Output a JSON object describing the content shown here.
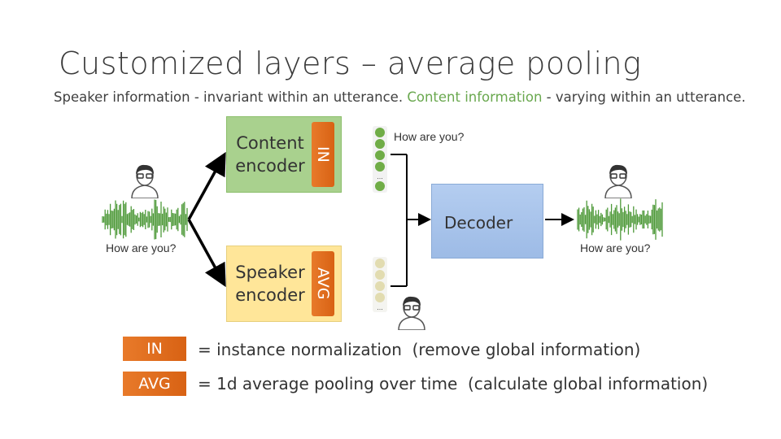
{
  "slide": {
    "title": "Customized layers – average pooling",
    "subtitle": {
      "part1": "Speaker information - invariant within an utterance. ",
      "part2": "Content information",
      "part3": " - varying within an utterance."
    }
  },
  "diagram": {
    "content_encoder": {
      "label_line1": "Content",
      "label_line2": "encoder",
      "tag": "IN"
    },
    "speaker_encoder": {
      "label_line1": "Speaker",
      "label_line2": "encoder",
      "tag": "AVG"
    },
    "decoder": {
      "label": "Decoder"
    },
    "content_vector_text": "How are you?",
    "input_text": "How are you?",
    "output_text": "How are you?",
    "vector_more": "...",
    "colors": {
      "content": "#a9d18e",
      "speaker": "#ffe699",
      "decoder": "#9dbbe6",
      "tag": "#e2711d",
      "waveform": "#4f9a3a"
    },
    "icons": [
      "person-icon",
      "waveform-icon"
    ]
  },
  "legend": [
    {
      "key": "IN",
      "text": "= instance normalization",
      "note": "(remove global information)"
    },
    {
      "key": "AVG",
      "text": "= 1d average pooling over time",
      "note": "(calculate global information)"
    }
  ]
}
